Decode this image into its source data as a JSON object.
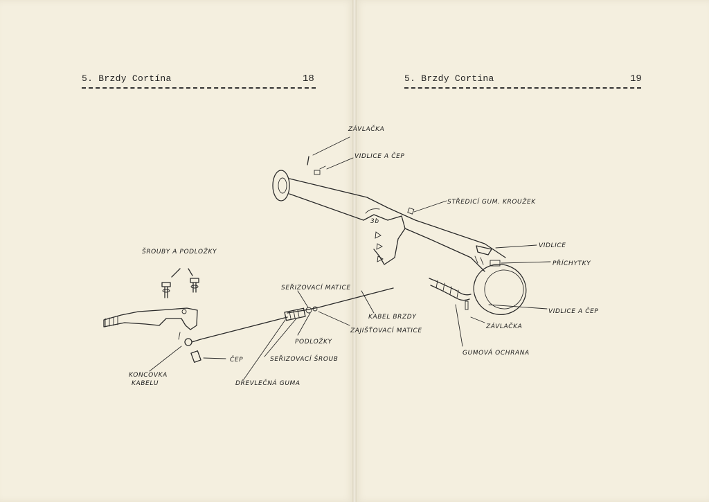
{
  "left_page": {
    "header": "5. Brzdy Cortína",
    "page_number": "18"
  },
  "right_page": {
    "header": "5. Brzdy Cortina",
    "page_number": "19"
  },
  "labels": {
    "zavlacka_top": "ZÁVLAČKA",
    "vidlice_a_cep_top": "VIDLICE A ČEP",
    "stredici": "STŘEDICÍ GUM. KROUŽEK",
    "vidlice": "VIDLICE",
    "prichytky": "PŘÍCHYTKY",
    "vidlice_a_cep_right": "VIDLICE A ČEP",
    "zavlacka_right": "ZÁVLAČKA",
    "gumova_ochrana": "GUMOVÁ OCHRANA",
    "kabel_brzdy": "KABEL BRZDY",
    "zajistovaci_matice": "ZAJIŠŤOVACÍ MATICE",
    "podlozky": "PODLOŽKY",
    "serizovaci_matice": "SEŘIZOVACÍ MATICE",
    "serizovaci_sroub": "SEŘIZOVACÍ ŠROUB",
    "dravlecna_guma": "DŘEVLEČNÁ GUMA",
    "srouby_a_podlozky": "ŠROUBY A PODLOŽKY",
    "cep": "ČEP",
    "koncovka_line1": "KONCOVKA",
    "koncovka_line2": "KABELU",
    "small_3b": "3b"
  }
}
